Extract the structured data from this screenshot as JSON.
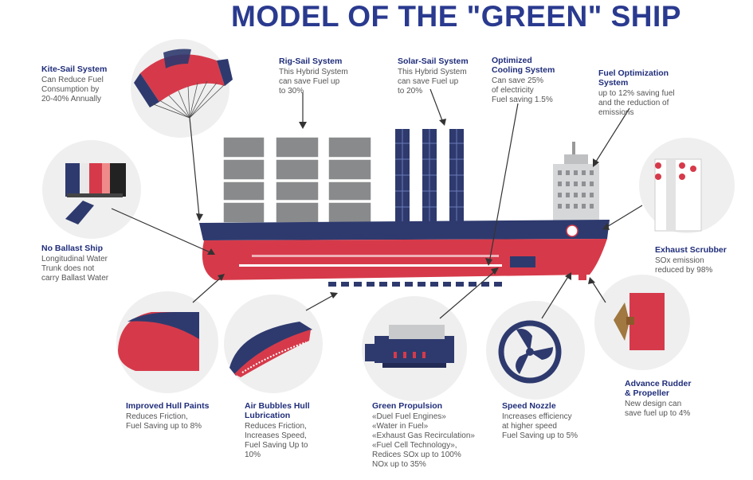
{
  "title": "MODEL OF THE \"GREEN\" SHIP",
  "colors": {
    "navy": "#2e3a6e",
    "red": "#d63a4a",
    "title": "#2a3a8f",
    "circle": "#efefef"
  },
  "systems": {
    "kite": {
      "heading": "Kite-Sail System",
      "lines": [
        "Can Reduce Fuel",
        "Consumption by",
        "20-40% Annually"
      ]
    },
    "rig": {
      "heading": "Rig-Sail System",
      "lines": [
        "This Hybrid System",
        "can save Fuel up",
        "to 30%"
      ]
    },
    "solar": {
      "heading": "Solar-Sail System",
      "lines": [
        "This Hybrid System",
        "can save Fuel up",
        "to 20%"
      ]
    },
    "cooling": {
      "heading_lines": [
        "Optimized",
        "Cooling System"
      ],
      "lines": [
        "Can save 25%",
        "of electricity",
        "Fuel saving 1.5%"
      ]
    },
    "fuel_opt": {
      "heading_lines": [
        "Fuel Optimization",
        "System"
      ],
      "lines": [
        "up to 12% saving fuel",
        "and the reduction of",
        "emissions"
      ]
    },
    "ballast": {
      "heading": "No Ballast Ship",
      "lines": [
        "Longitudinal Water",
        "Trunk does not",
        "carry Ballast Water"
      ]
    },
    "scrubber": {
      "heading": "Exhaust Scrubber",
      "lines": [
        "SOx emission",
        "reduced by 98%"
      ]
    },
    "hull_paint": {
      "heading": "Improved Hull Paints",
      "lines": [
        "Reduces Friction,",
        "Fuel Saving up to 8%"
      ]
    },
    "air_bubbles": {
      "heading_lines": [
        "Air Bubbles Hull",
        "Lubrication"
      ],
      "lines": [
        "Reduces Friction,",
        "Increases Speed,",
        "Fuel Saving Up to",
        "10%"
      ]
    },
    "propulsion": {
      "heading": "Green Propulsion",
      "lines": [
        "«Duel Fuel Engines»",
        "«Water in Fuel»",
        "«Exhaust Gas Recirculation»",
        "«Fuel Cell Technology»,",
        "Redices SOx up to 100%",
        "NOx up to 35%"
      ]
    },
    "nozzle": {
      "heading": "Speed Nozzle",
      "lines": [
        "Increases efficiency",
        "at higher speed",
        "Fuel Saving up to 5%"
      ]
    },
    "rudder": {
      "heading_lines": [
        "Advance Rudder",
        "& Propeller"
      ],
      "lines": [
        "New design can",
        "save fuel up to 4%"
      ]
    }
  },
  "icons": [
    "kite-sail-icon",
    "rig-sail-icon",
    "solar-sail-icon",
    "bridge-tower-icon",
    "ballast-trunk-icon",
    "scrubber-icon",
    "bow-hull-icon",
    "air-bubble-hull-icon",
    "engine-icon",
    "propeller-nozzle-icon",
    "rudder-propeller-icon"
  ]
}
